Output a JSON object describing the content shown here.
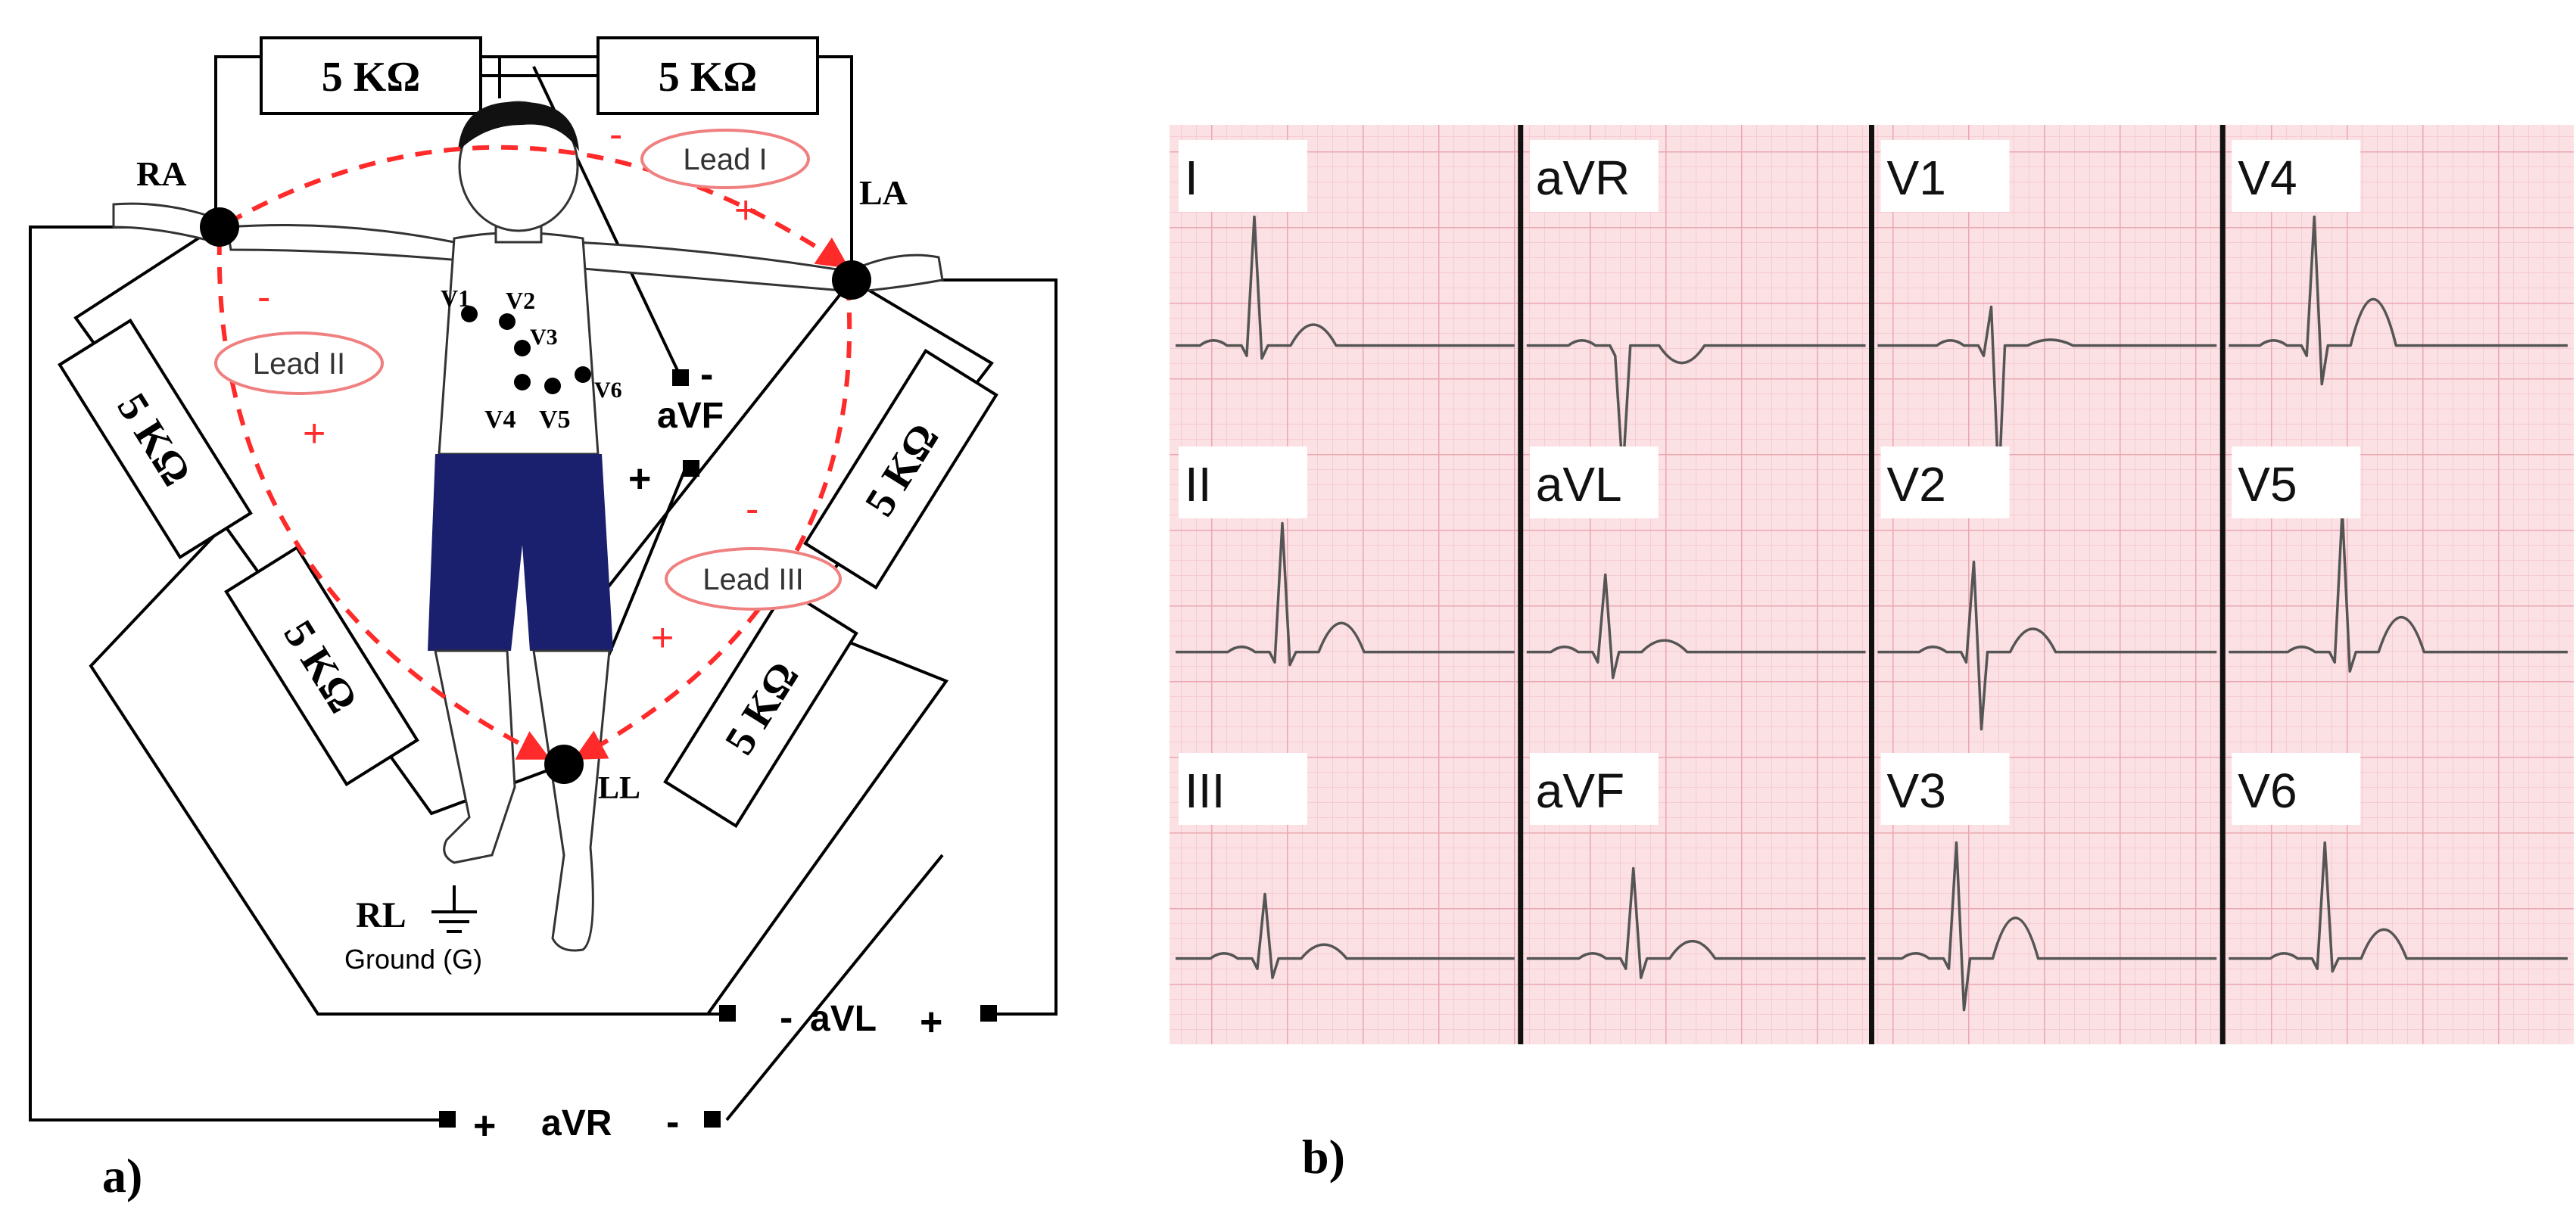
{
  "panel_a": {
    "label": "a)",
    "resistor_label": "5 KΩ",
    "electrodes": {
      "ra": "RA",
      "la": "LA",
      "ll": "LL",
      "rl": "RL"
    },
    "ground_label": "Ground (G)",
    "leads": {
      "lead_i": "Lead I",
      "lead_ii": "Lead II",
      "lead_iii": "Lead III"
    },
    "augmented": {
      "avf": "aVF",
      "avl": "aVL",
      "avr": "aVR"
    },
    "signs": {
      "plus": "+",
      "minus": "-"
    },
    "chest": {
      "v1": "V1",
      "v2": "V2",
      "v3": "V3",
      "v4": "V4",
      "v5": "V5",
      "v6": "V6"
    },
    "colors": {
      "dashed_path": "#ff2a2a",
      "shorts": "#1a1f6e",
      "skin": "#ffffff"
    }
  },
  "panel_b": {
    "label": "b)",
    "colors": {
      "grid_bg": "#fbe0e4",
      "grid_minor": "#f4c6cd",
      "grid_major": "#eaa7b1",
      "trace": "#555555"
    },
    "columns": [
      [
        "I",
        "II",
        "III"
      ],
      [
        "aVR",
        "aVL",
        "aVF"
      ],
      [
        "V1",
        "V2",
        "V3"
      ],
      [
        "V4",
        "V5",
        "V6"
      ]
    ],
    "traces": [
      [
        {
          "r": 1.0,
          "t": 0.18,
          "s": 0.1
        },
        {
          "r": 1.0,
          "t": 0.25,
          "s": 0.1
        },
        {
          "r": 0.5,
          "t": 0.12,
          "s": 0.15
        }
      ],
      [
        {
          "r": -1.0,
          "t": -0.15,
          "s": 0.0
        },
        {
          "r": 0.6,
          "t": 0.1,
          "s": 0.2
        },
        {
          "r": 0.7,
          "t": 0.15,
          "s": 0.15
        }
      ],
      [
        {
          "r": 0.3,
          "t": 0.05,
          "s": 1.1
        },
        {
          "r": 0.7,
          "t": 0.2,
          "s": 0.6
        },
        {
          "r": 0.9,
          "t": 0.35,
          "s": 0.4
        }
      ],
      [
        {
          "r": 1.0,
          "t": 0.4,
          "s": 0.3
        },
        {
          "r": 1.1,
          "t": 0.3,
          "s": 0.15
        },
        {
          "r": 0.9,
          "t": 0.25,
          "s": 0.1
        }
      ]
    ]
  }
}
